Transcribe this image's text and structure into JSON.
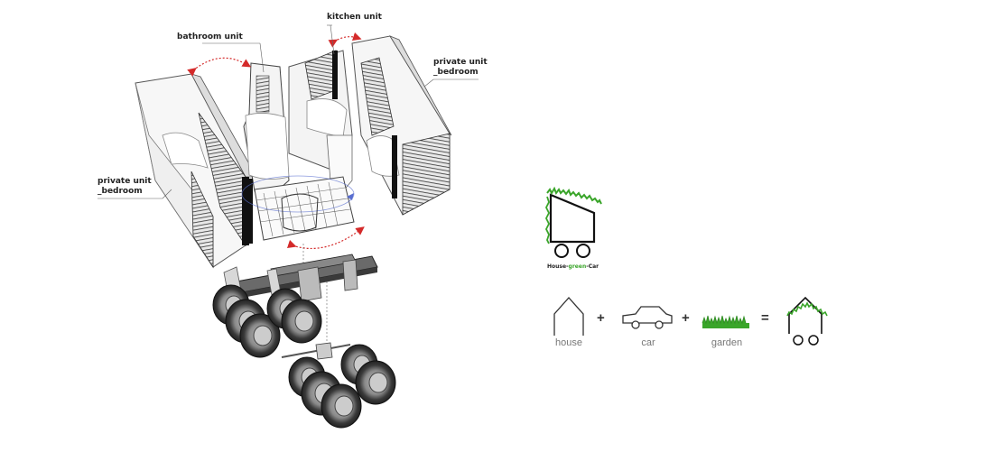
{
  "labels": {
    "kitchen": "kitchen unit",
    "bathroom": "bathroom unit",
    "private_right_1": "private unit",
    "private_right_2": "_bedroom",
    "private_left_1": "private unit",
    "private_left_2": "_bedroom"
  },
  "logo": {
    "caption_a": "House-",
    "caption_b": "green",
    "caption_c": "-Car"
  },
  "equation": {
    "house": "house",
    "car": "car",
    "garden": "garden",
    "plus_1": "+",
    "plus_2": "+",
    "equals": "="
  },
  "colors": {
    "arrow": "#d42a2a",
    "grass": "#3aa52a",
    "line": "#333333",
    "blue_guide": "#5a6fd0"
  }
}
